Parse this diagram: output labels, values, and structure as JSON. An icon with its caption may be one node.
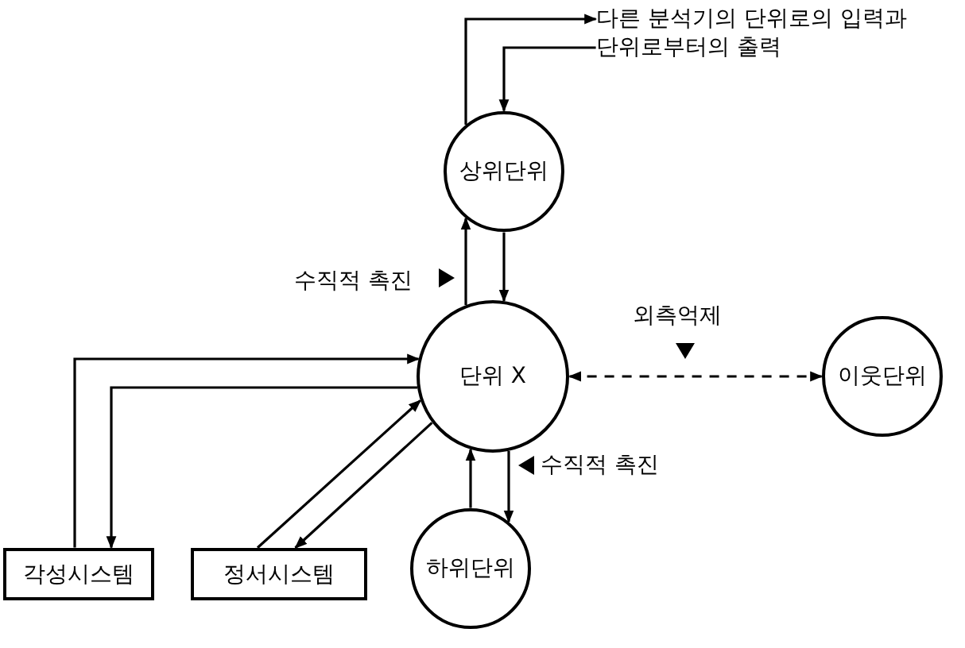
{
  "diagram": {
    "nodes": [
      {
        "text": [
          "상위단위"
        ]
      },
      {
        "text": [
          "단위 X"
        ]
      },
      {
        "text": [
          "이웃단위"
        ]
      },
      {
        "text": [
          "하위단위"
        ]
      },
      {
        "text": [
          "각성시스템"
        ]
      },
      {
        "text": [
          "정서시스템"
        ]
      },
      {
        "text": [
          "다른 분석기의 단위로의 입력과"
        ]
      },
      {
        "text": [
          "단위로부터의 출력"
        ]
      }
    ],
    "edges": [
      {
        "from": 0,
        "to": 6,
        "arrow": "to"
      },
      {
        "from": 7,
        "to": 0,
        "arrow": "to"
      },
      {
        "from": 1,
        "to": 0,
        "arrow": "to"
      },
      {
        "from": 0,
        "to": 1,
        "arrow": "to"
      },
      {
        "from": 1,
        "to": 2,
        "arrow": "both",
        "style": "dashed"
      },
      {
        "from": 3,
        "to": 1,
        "arrow": "to"
      },
      {
        "from": 1,
        "to": 3,
        "arrow": "to"
      },
      {
        "from": 4,
        "to": 1,
        "arrow": "to"
      },
      {
        "from": 1,
        "to": 4,
        "arrow": "to"
      },
      {
        "from": 5,
        "to": 1,
        "arrow": "to"
      },
      {
        "from": 1,
        "to": 5,
        "arrow": "to"
      }
    ],
    "labels": [
      "수직적 촉진",
      "외측억제",
      "수직적 촉진"
    ]
  }
}
